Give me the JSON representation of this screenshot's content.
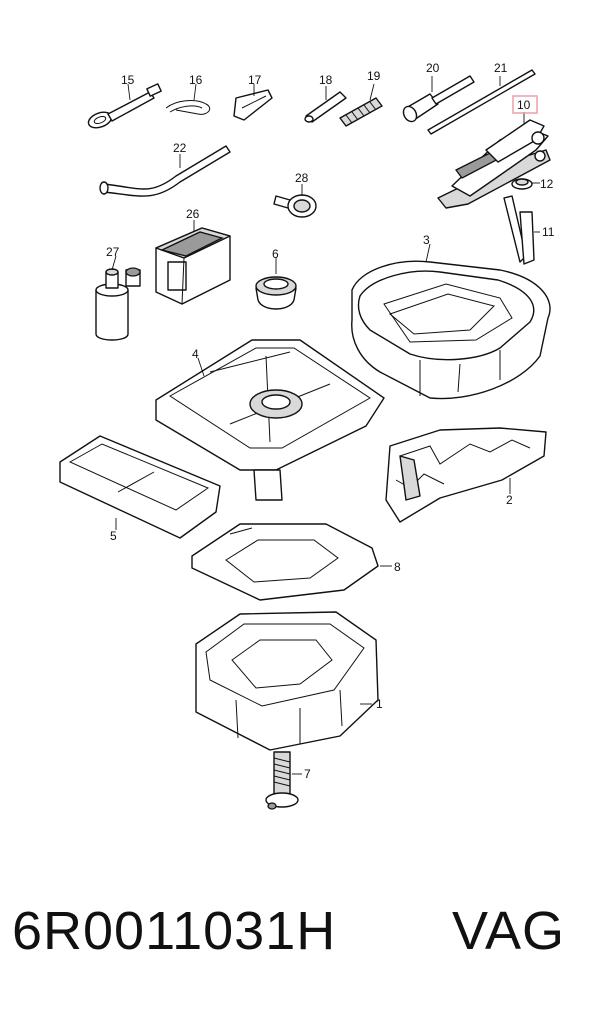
{
  "diagram": {
    "callouts": {
      "c1": "1",
      "c2": "2",
      "c3": "3",
      "c4": "4",
      "c5": "5",
      "c6": "6",
      "c7": "7",
      "c8": "8",
      "c10": "10",
      "c11": "11",
      "c12": "12",
      "c15": "15",
      "c16": "16",
      "c17": "17",
      "c18": "18",
      "c19": "19",
      "c20": "20",
      "c21": "21",
      "c22": "22",
      "c26": "26",
      "c27": "27",
      "c28": "28"
    },
    "highlight_color": "#e8a0a8"
  },
  "footer": {
    "part_number": "6R0011031H",
    "brand": "VAG"
  }
}
